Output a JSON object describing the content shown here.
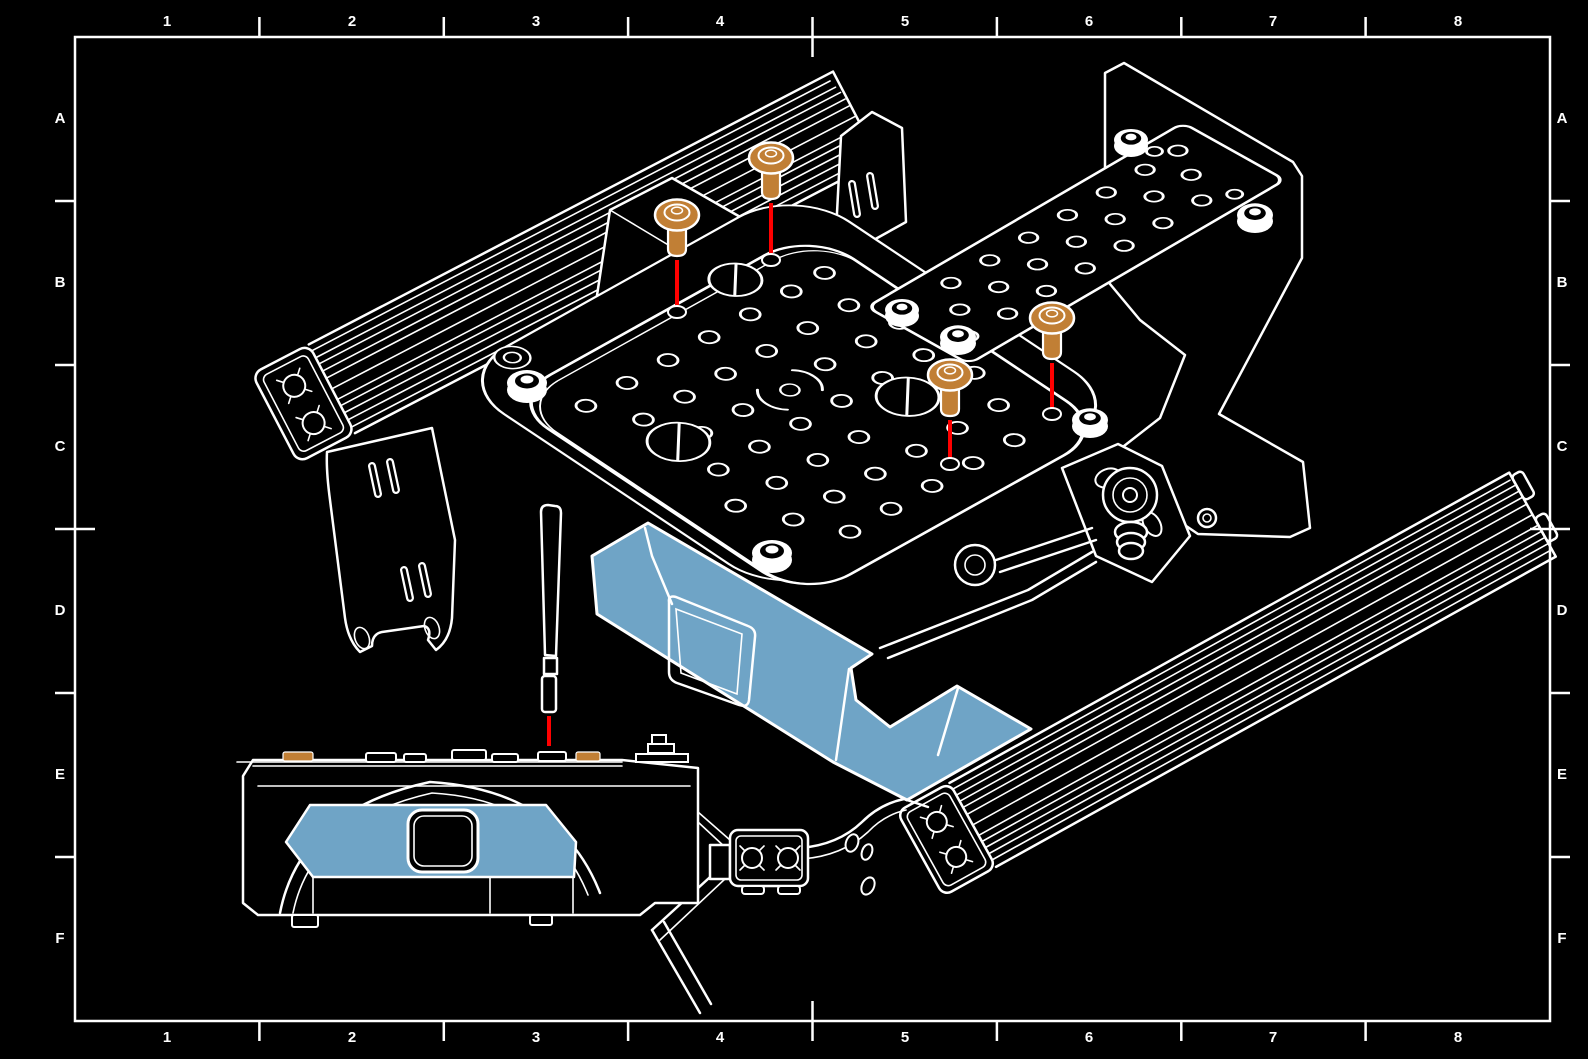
{
  "frame": {
    "columns": [
      "1",
      "2",
      "3",
      "4",
      "5",
      "6",
      "7",
      "8"
    ],
    "rows": [
      "A",
      "B",
      "C",
      "D",
      "E",
      "F"
    ]
  },
  "colors": {
    "background": "#000000",
    "line": "#FFFFFF",
    "highlight_blue": "#6FA4C6",
    "fastener_orange": "#C17F35",
    "leader_red": "#FF0000"
  },
  "drawing": {
    "kind": "exploded-assembly-isometric-with-side-view",
    "parts": [
      "aluminum-extrusion-rail-left",
      "aluminum-extrusion-rail-right",
      "perforated-deck-plate",
      "chassis-underplate",
      "accessory-mounting-plate",
      "support-bracket-right",
      "caster-bracket-left",
      "mid-mount-bracket",
      "suspension-rocker-assembly",
      "fender-bracket",
      "body-shell-highlighted",
      "side-panel-highlighted",
      "antenna",
      "chassis-side-view",
      "extrusion-cross-section-piece"
    ],
    "fasteners": {
      "type": "button-head-screw",
      "count": 4,
      "color": "#C17F35",
      "leader_color": "#FF0000"
    },
    "highlighted_part_color": "#6FA4C6"
  }
}
